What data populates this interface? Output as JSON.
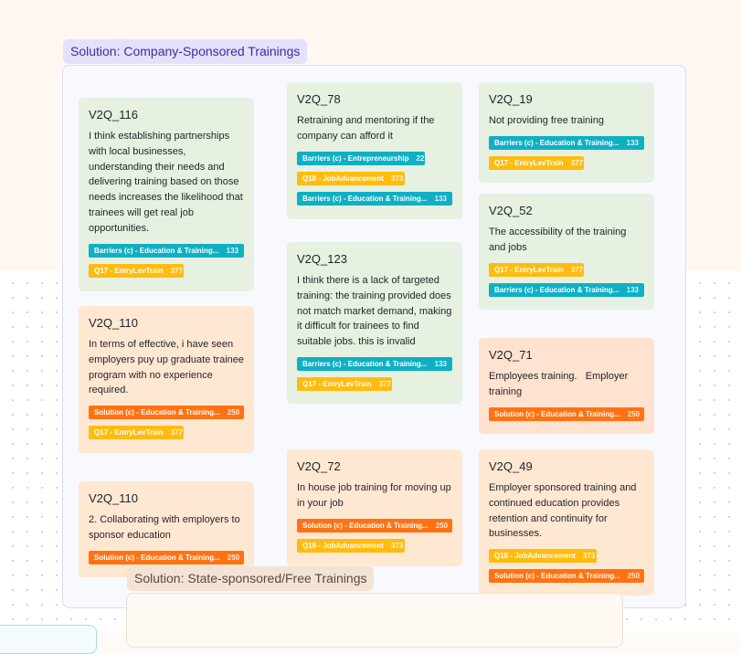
{
  "group_title": "Solution: Company-Sponsored Trainings",
  "group2_title": "Solution: State-sponsored/Free Trainings",
  "colors": {
    "tag_barriers": "#0fb0c3",
    "tag_entry": "#ffbc0f",
    "tag_solution": "#ff7213",
    "card_green": "#e6f1e1",
    "card_orange": "#ffe8d2"
  },
  "cards": [
    {
      "id": "V2Q_116",
      "text": "I think establishing partnerships with local businesses, understanding their needs and delivering training based on those needs increases the likelihood that trainees will get real job opportunities.",
      "tags": [
        {
          "name": "Barriers (c) - Education & Training...",
          "count": "133"
        },
        {
          "name": "Q17 - EntryLevTrain",
          "count": "377"
        }
      ]
    },
    {
      "id": "V2Q_110",
      "text": "In terms of effective, i have seen employers puy up graduate trainee program with no experience required.",
      "tags": [
        {
          "name": "Solution (c) - Education & Training...",
          "count": "250"
        },
        {
          "name": "Q17 - EntryLevTrain",
          "count": "377"
        }
      ]
    },
    {
      "id": "V2Q_110",
      "text": "2. Collaborating with employers to sponsor education",
      "tags": [
        {
          "name": "Solution (c) - Education & Training...",
          "count": "250"
        }
      ]
    },
    {
      "id": "V2Q_78",
      "text": "Retraining and mentoring if the company can afford it",
      "tags": [
        {
          "name": "Barriers (c) - Entrepreneurship",
          "count": "22"
        },
        {
          "name": "Q18 - JobAdvancement",
          "count": "373"
        },
        {
          "name": "Barriers (c) - Education & Training...",
          "count": "133"
        }
      ]
    },
    {
      "id": "V2Q_123",
      "text": "I think there is a lack of targeted training: the training provided does not match market demand, making it difficult for trainees to find suitable jobs. this is invalid",
      "tags": [
        {
          "name": "Barriers (c) - Education & Training...",
          "count": "133"
        },
        {
          "name": "Q17 - EntryLevTrain",
          "count": "377"
        }
      ]
    },
    {
      "id": "V2Q_72",
      "text": "In house job training for moving up in your job",
      "tags": [
        {
          "name": "Solution (c) - Education & Training...",
          "count": "250"
        },
        {
          "name": "Q18 - JobAdvancement",
          "count": "373"
        }
      ]
    },
    {
      "id": "V2Q_19",
      "text": "Not providing free training",
      "tags": [
        {
          "name": "Barriers (c) - Education & Training...",
          "count": "133"
        },
        {
          "name": "Q17 - EntryLevTrain",
          "count": "377"
        }
      ]
    },
    {
      "id": "V2Q_52",
      "text": "The accessibility of the training and jobs",
      "tags": [
        {
          "name": "Q17 - EntryLevTrain",
          "count": "377"
        },
        {
          "name": "Barriers (c) - Education & Training...",
          "count": "133"
        }
      ]
    },
    {
      "id": "V2Q_71",
      "text": "Employees training.   Employer training",
      "tags": [
        {
          "name": "Solution (c) - Education & Training...",
          "count": "250"
        }
      ]
    },
    {
      "id": "V2Q_49",
      "text": "Employer sponsored training and continued education provides retention and continuity for businesses.",
      "tags": [
        {
          "name": "Q18 - JobAdvancement",
          "count": "373"
        },
        {
          "name": "Solution (c) - Education & Training...",
          "count": "250"
        }
      ]
    }
  ]
}
